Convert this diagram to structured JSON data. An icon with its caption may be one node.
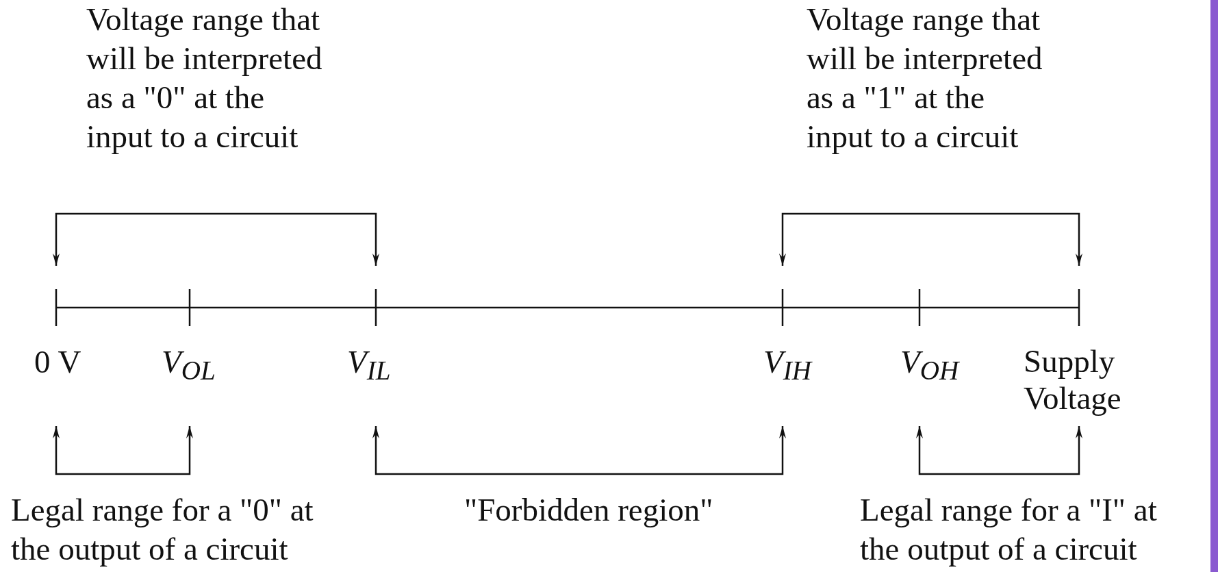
{
  "diagram": {
    "labels": [
      "Voltage range that will be interpreted as a \"0\" at the input to a circuit",
      "Voltage range that will be interpreted as a \"1\" at the input to a circuit",
      "0 V",
      "V$_{OL}$",
      "V$_{IL}$",
      "V$_{IH}$",
      "V$_{OH}$",
      "Supply Voltage",
      "Legal range for a \"0\" at the output of a circuit",
      "\"Forbidden region\"",
      "Legal range for a \"I\" at the output of a circuit"
    ]
  }
}
